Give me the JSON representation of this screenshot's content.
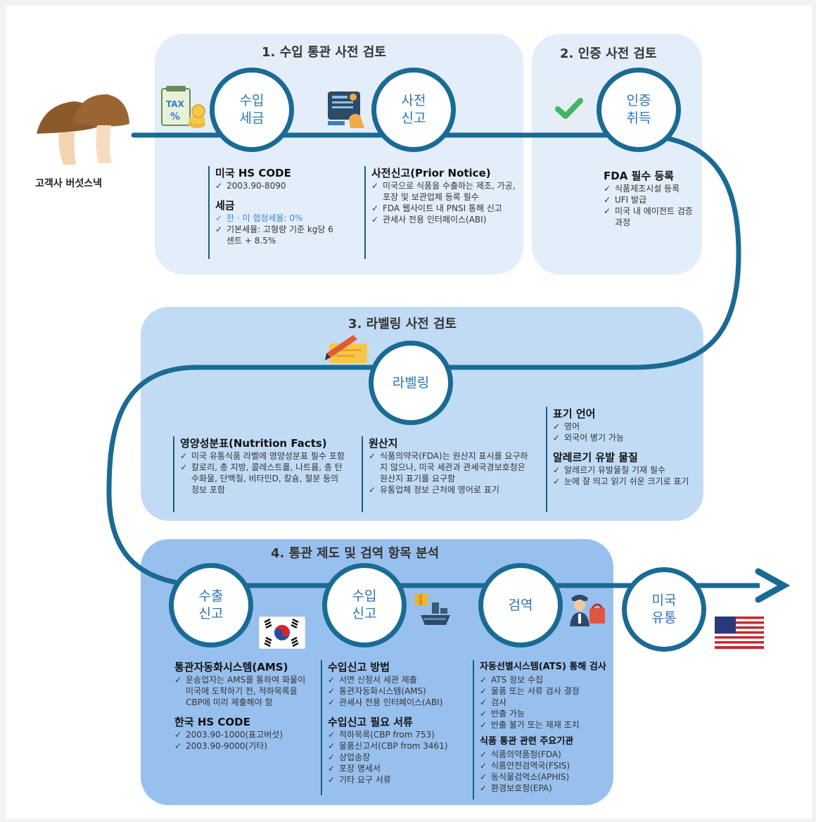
{
  "customer_label": "고객사 버섯스낵",
  "sections": {
    "s1": {
      "title": "1. 수입 통관 사전 검토"
    },
    "s2": {
      "title": "2. 인증 사전 검토"
    },
    "s3": {
      "title": "3. 라벨링 사전 검토"
    },
    "s4": {
      "title": "4. 통관 제도 및 검역 항목 분석"
    }
  },
  "nodes": {
    "import_tax": {
      "line1": "수입",
      "line2": "세금"
    },
    "prior_notice": {
      "line1": "사전",
      "line2": "신고"
    },
    "certification": {
      "line1": "인증",
      "line2": "취득"
    },
    "labeling": {
      "line1": "라벨링"
    },
    "export_declaration": {
      "line1": "수출",
      "line2": "신고"
    },
    "import_declaration": {
      "line1": "수입",
      "line2": "신고"
    },
    "inspection": {
      "line1": "검역"
    },
    "us_distribution": {
      "line1": "미국",
      "line2": "유통"
    }
  },
  "blocks": {
    "us_hs_code": {
      "heading": "미국 HS CODE",
      "items": [
        "2003.90-8090"
      ]
    },
    "tariff": {
      "heading": "세금",
      "highlight": "한 · 미 협정세율: 0%",
      "items": [
        "기본세율: 고형량 기준 kg당 6센트 + 8.5%"
      ]
    },
    "prior_notice_info": {
      "heading": "사전신고(Prior Notice)",
      "items": [
        "미국으로 식품을 수출하는 제조, 가공, 포장 및 보관업체 등록 필수",
        "FDA 웹사이트 내 PNSI 통해 신고",
        "관세사 전용 인터페이스(ABI)"
      ]
    },
    "fda_registration": {
      "heading": "FDA 필수 등록",
      "items": [
        "식품제조시설 등록",
        "UFI 발급",
        "미국 내 에이전트 검증 과정"
      ]
    },
    "nutrition_facts": {
      "heading": "영양성분표(Nutrition Facts)",
      "items": [
        "미국 유통식품 라벨에 영양성분표 필수 포함",
        "칼로리, 총 지방, 콜레스트롤, 나트륨, 총 탄수화물, 단백질, 비타민D, 칼슘, 철분 등의 정보 포함"
      ]
    },
    "origin": {
      "heading": "원산지",
      "items": [
        "식품의약국(FDA)는 원산지 표시를 요구하지 않으나, 미국 세관과 관세국경보호청은 원산지 표기를 요구함",
        "유통업체 정보 근처에 영어로 표기"
      ]
    },
    "label_language": {
      "heading": "표기 언어",
      "items": [
        "영어",
        "외국어 병기 가능"
      ]
    },
    "allergen": {
      "heading": "알레르기 유발 물질",
      "items": [
        "알레르기 유발물질 기재 필수",
        "눈에 잘 띄고 읽기 쉬운 크기로 표기"
      ]
    },
    "ams": {
      "heading": "통관자동화시스템(AMS)",
      "items": [
        "운송업자는 AMS를 통하여 화물이 미국에 도착하기 전, 적하목록을 CBP에 미리 제출해야 함"
      ]
    },
    "kr_hs_code": {
      "heading": "한국 HS CODE",
      "items": [
        "2003.90-1000(표고버섯)",
        "2003.90-9000(기타)"
      ]
    },
    "import_method": {
      "heading": "수입신고 방법",
      "items": [
        "서면 신청서 세관 제출",
        "통관자동화시스템(AMS)",
        "관세사 전용 인터페이스(ABI)"
      ]
    },
    "import_docs": {
      "heading": "수입신고 필요 서류",
      "items": [
        "적하목록(CBP from 753)",
        "물품신고서(CBP from 3461)",
        "상업송장",
        "포장 명세서",
        "기타 요구 서류"
      ]
    },
    "ats": {
      "heading": "자동선별시스템(ATS) 통해 검사",
      "items": [
        "ATS 정보 수집",
        "물품 또는 서류 검사 결정",
        "검사",
        "반출 가능",
        "반출 불가 또는 제재 조치"
      ]
    },
    "agencies": {
      "heading": "식품 통관 관련 주요기관",
      "items": [
        "식품의약품청(FDA)",
        "식품안전검역국(FSIS)",
        "동식물검역소(APHIS)",
        "환경보호청(EPA)"
      ]
    }
  },
  "icons": {
    "tax_text": "TAX",
    "tax_pct": "%"
  },
  "colors": {
    "flow_line": "#1a6b94",
    "circle_text": "#2c74b5",
    "panel_light": "#e3eefa",
    "panel_mid": "#c2dbf5",
    "panel_dark": "#98c0ee",
    "highlight": "#3a8ad6"
  }
}
